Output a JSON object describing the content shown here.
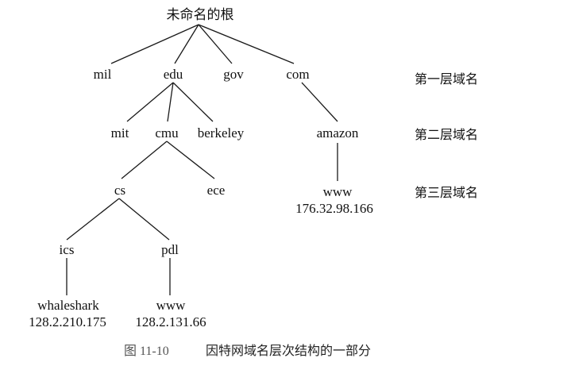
{
  "tree": {
    "root": "未命名的根",
    "first_level": {
      "mil": "mil",
      "edu": "edu",
      "gov": "gov",
      "com": "com"
    },
    "second_level": {
      "mit": "mit",
      "cmu": "cmu",
      "berkeley": "berkeley",
      "amazon": "amazon"
    },
    "third_level": {
      "cs": "cs",
      "ece": "ece",
      "amazon_www": "www",
      "amazon_ip": "176.32.98.166"
    },
    "fourth_level": {
      "ics": "ics",
      "pdl": "pdl"
    },
    "hosts": {
      "whaleshark": "whaleshark",
      "whaleshark_ip": "128.2.210.175",
      "pdl_www": "www",
      "pdl_ip": "128.2.131.66"
    }
  },
  "level_labels": {
    "first": "第一层域名",
    "second": "第二层域名",
    "third": "第三层域名"
  },
  "caption": {
    "number": "图 11-10",
    "text": "因特网域名层次结构的一部分"
  }
}
